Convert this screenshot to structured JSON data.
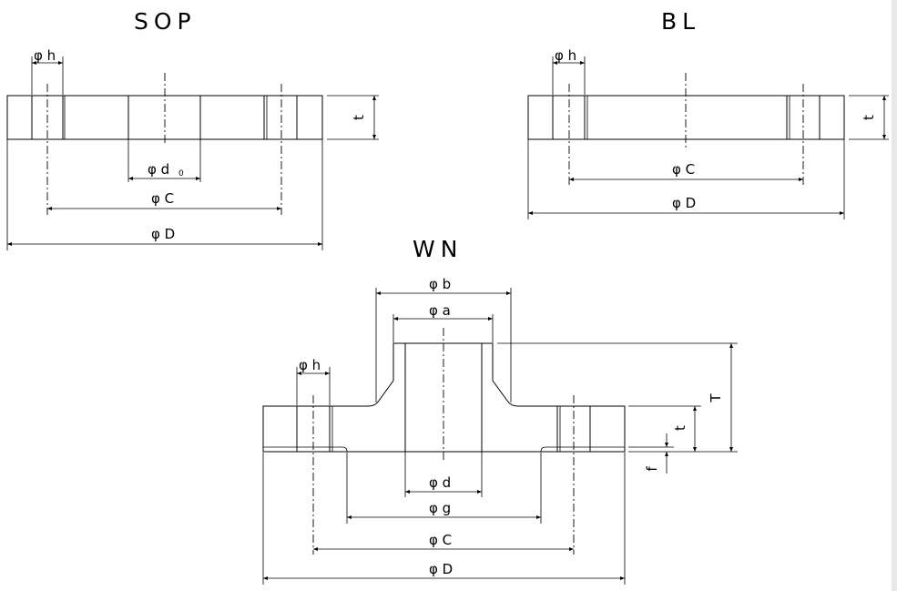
{
  "titles": {
    "sop": "SOP",
    "bl": "BL",
    "wn": "WN"
  },
  "labels": {
    "h": "φ h",
    "d0": "φ d",
    "d0_sub": "0",
    "C": "φ C",
    "D": "φ D",
    "t": "t",
    "T": "T",
    "f": "f",
    "a": "φ a",
    "b": "φ b",
    "d": "φ d",
    "g": "φ g"
  }
}
